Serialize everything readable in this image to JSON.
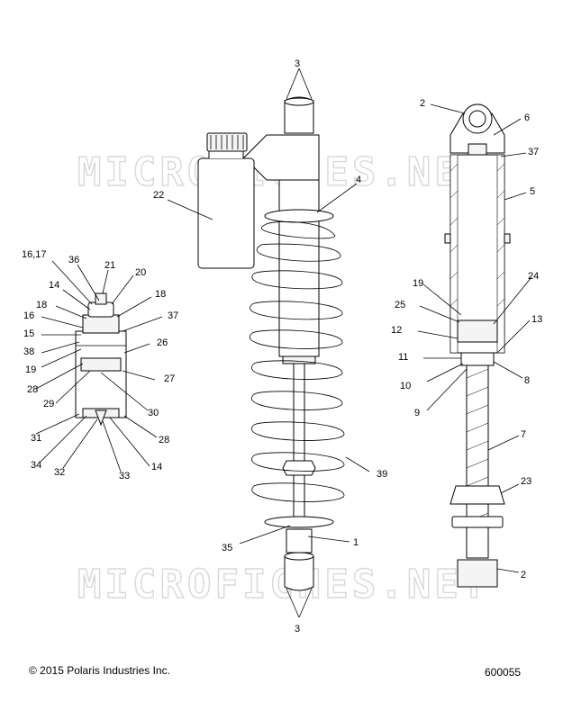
{
  "watermark": "MICROFICHES.NET",
  "footer": {
    "copyright": "© 2015 Polaris Industries Inc.",
    "doc_number": "600055"
  },
  "callouts": {
    "c3_top": "3",
    "c3_bottom": "3",
    "c22": "22",
    "c4": "4",
    "c39": "39",
    "c35": "35",
    "c1": "1",
    "c2_top": "2",
    "c6": "6",
    "c37_right": "37",
    "c5": "5",
    "c19_right": "19",
    "c24": "24",
    "c25": "25",
    "c12": "12",
    "c13": "13",
    "c11": "11",
    "c10": "10",
    "c8": "8",
    "c9": "9",
    "c7": "7",
    "c23": "23",
    "c2_bottom": "2",
    "c16_17": "16,17",
    "c36": "36",
    "c21": "21",
    "c20": "20",
    "c14_top": "14",
    "c18_left": "18",
    "c18_right": "18",
    "c16": "16",
    "c37_left": "37",
    "c15": "15",
    "c38": "38",
    "c26": "26",
    "c19_left": "19",
    "c28_top": "28",
    "c27": "27",
    "c29": "29",
    "c30": "30",
    "c31": "31",
    "c28_bottom": "28",
    "c34": "34",
    "c32": "32",
    "c33": "33",
    "c14_bottom": "14"
  }
}
